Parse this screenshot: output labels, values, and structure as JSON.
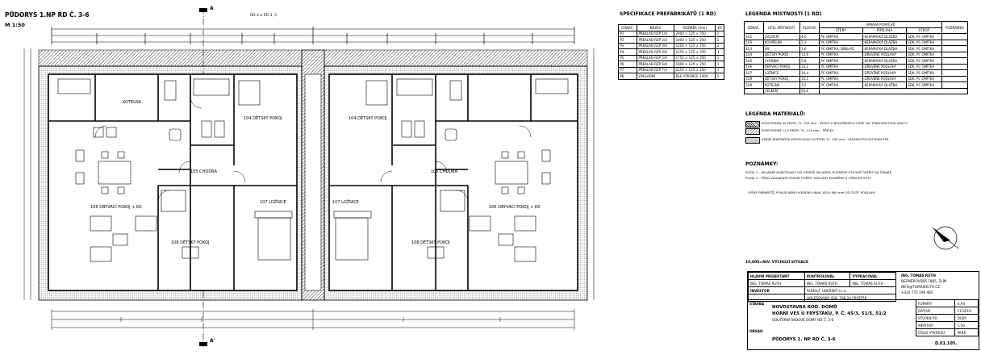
{
  "drawing": {
    "title": "PŮDORYS 1.NP RD Č. 3-6",
    "scale": "M 1:50",
    "section_marks": [
      "A",
      "A'"
    ],
    "section_top_label": "RD 4 ⌀ RD 3, 5",
    "rooms_left": [
      "KOTELNA",
      "104 DĚTSKÝ POKOJ",
      "105 CHODBA",
      "106 OBÝVACÍ POKOJ + KK",
      "107 LOŽNICE",
      "108 DĚTSKÝ POKOJ"
    ],
    "rooms_right": [
      "104 DĚTSKÝ POKOJ",
      "105 CHODBA",
      "106 OBÝVACÍ POKOJ + KK",
      "107 LOŽNICE",
      "108 DĚTSKÝ POKOJ"
    ],
    "site_note": "10,000=NIV. VÝCHOZÍ SITUACE"
  },
  "spec_table": {
    "title": "SPECIFIKACE PREFABRIKÁTŮ (1 RD)",
    "headers": [
      "OZNAČ.",
      "NÁZEV",
      "ROZMĚR [mm]",
      "KS"
    ],
    "rows": [
      [
        "P1",
        "PŘEKLAD RZP 1/6",
        "2000 × 125 × 250",
        "1"
      ],
      [
        "P2",
        "PŘEKLAD RZP 2/3",
        "1000 × 125 × 250",
        "1"
      ],
      [
        "P3",
        "PŘEKLAD RZP 3/6",
        "1500 × 125 × 250",
        "2"
      ],
      [
        "P4",
        "PŘEKLAD RZP 4/6",
        "1250 × 125 × 250",
        "3"
      ],
      [
        "P5",
        "PŘEKLAD RZP 5/6",
        "1750 × 125 × 250",
        "1"
      ],
      [
        "P6",
        "PŘEKLAD RZP 6/6",
        "1000 × 125 × 250",
        "1"
      ],
      [
        "P7",
        "PŘEKLAD RZP 7/5",
        "2250 × 125 × 250",
        "1"
      ],
      [
        "P8",
        "ZÁKLADNÍ",
        "DLE VÝROBCE 1000",
        "1"
      ]
    ]
  },
  "legend_rooms": {
    "title": "LEGENDA MÍSTNOSTÍ (1 RD)",
    "headers": [
      "OZNAČ.",
      "ÚČEL MÍSTNOSTI",
      "PLOCHA",
      "STĚNY",
      "PODLAHA",
      "STROP",
      "POZNÁMKA"
    ],
    "group_header": "ÚPRAVA POVRCHŮ",
    "rows": [
      [
        "101",
        "ZÁDVEŘÍ",
        "4,6",
        "PC OMÍTKA",
        "KERAMICKÁ DLAŽBA",
        "SDK, PC OMÍTKA",
        ""
      ],
      [
        "102",
        "KOUPELNA",
        "5,3",
        "PC OMÍTKA",
        "KERAMICKÁ DLAŽBA",
        "SDK, PC OMÍTKA",
        ""
      ],
      [
        "103",
        "WC",
        "1,6",
        "PC OMÍTKA, OBKLAD",
        "KERAMICKÁ DLAŽBA",
        "SDK, PC OMÍTKA",
        ""
      ],
      [
        "104",
        "DĚTSKÝ POKOJ",
        "13,6",
        "PC OMÍTKA",
        "DŘEVĚNÉ PODLAHY",
        "SDK, PC OMÍTKA",
        ""
      ],
      [
        "105",
        "CHODBA",
        "5,8",
        "PC OMÍTKA",
        "KERAMICKÁ DLAŽBA",
        "SDK, PC OMÍTKA",
        ""
      ],
      [
        "106",
        "OBÝVACÍ POKOJ",
        "33,1",
        "PC OMÍTKA",
        "DŘEVĚNÉ PODLAHY",
        "SDK, PC OMÍTKA",
        ""
      ],
      [
        "107",
        "LOŽNICE",
        "16,4",
        "PC OMÍTKA",
        "DŘEVĚNÉ PODLAHY",
        "SDK, PC OMÍTKA",
        ""
      ],
      [
        "108",
        "DĚTSKÝ POKOJ",
        "10,1",
        "PC OMÍTKA",
        "DŘEVĚNÉ PODLAHY",
        "SDK, PC OMÍTKA",
        ""
      ],
      [
        "109",
        "KOTELNA",
        "3,5",
        "PC OMÍTKA",
        "KERAMICKÁ DLAŽBA",
        "SDK, PC OMÍTKA",
        ""
      ]
    ],
    "total_label": "CELKEM",
    "total_value": "93,6"
  },
  "legend_materials": {
    "title": "LEGENDA MATERIÁLŮ:",
    "items": [
      "POROTHERM 30 PROFI, TL. 300 mm – ZDIVO Z BROUŠENÝCH CIHEL NA TENKOVRSTVOU MALTU",
      "POROTHERM 11,5 PROFI, TL. 115 mm – PŘÍČKY",
      "VNĚJŠÍ KONTAKTNÍ ZATEPLOVACÍ SYSTÉM, TL. 100 mm – FASÁDNÍ POLYSTYREN EPS"
    ]
  },
  "notes": {
    "title": "POZNÁMKY:",
    "lines": [
      "POZN. 1 – SKLADBY KONSTRUKCÍ VIZ VÝKRES SKLADEB, ROZMĚRY OTVORŮ OVĚŘIT NA STAVBĚ",
      "POZN. 2 – PŘED ZAHÁJENÍM STAVBY OVĚŘIT VŠECHNY ROZMĚRY A VÝŠKOVÉ KÓTY",
      "– VÝŠKY PARAPETŮ, POKUD NENÍ UVEDENO JINAK, JSOU 900 mm OD ČISTÉ PODLAHY"
    ]
  },
  "title_block": {
    "rows": [
      [
        "HLAVNÍ PROJEKTANT",
        "KONTROLOVAL",
        "VYPRACOVAL",
        ""
      ],
      [
        "ING. TOMÁŠ RUTH",
        "ING. TOMÁŠ RUTH",
        "ING. TOMÁŠ RUTH",
        ""
      ]
    ],
    "investor_label": "INVESTOR",
    "investor": "RUDOLF LIBERSKÝ s.r.o.",
    "investor_address": "HOLEŠOVSKÁ 428, 768 24 FRYŠTÁK",
    "author": "ING. TOMÁŠ RUTH",
    "author_address": "BEZMĚROVSKÁ 7865, ZLÍN",
    "author_email": "INFO@TOMASRUTH.CZ",
    "author_phone": "+420 775 196 485",
    "stavba_label": "STAVBA",
    "stavba": "NOVOSTAVBA ROD. DOMŮ",
    "stavba2": "HORNÍ VES U FRYŠTÁKU, P. Č. 45/3, 51/5, 51/2",
    "stavba3": "SOLITÉRNÍ ŘADOVÉ DOMY RD Č. 3-6",
    "obsah_label": "OBSAH",
    "obsah": "PŮDORYS 1. NP RD Č. 3-6",
    "fields": [
      [
        "FORMÁT",
        "4 A4"
      ],
      [
        "DATUM",
        "11/2019"
      ],
      [
        "STUPEŇ PD",
        "DUSP"
      ],
      [
        "MĚŘÍTKO",
        "1:50"
      ],
      [
        "ČÍSLO VÝKRESU",
        "PARÉ"
      ]
    ],
    "sheet_no": "D.01.105."
  },
  "colors": {
    "line": "#000000",
    "hatch": "#000000",
    "paper": "#ffffff"
  }
}
